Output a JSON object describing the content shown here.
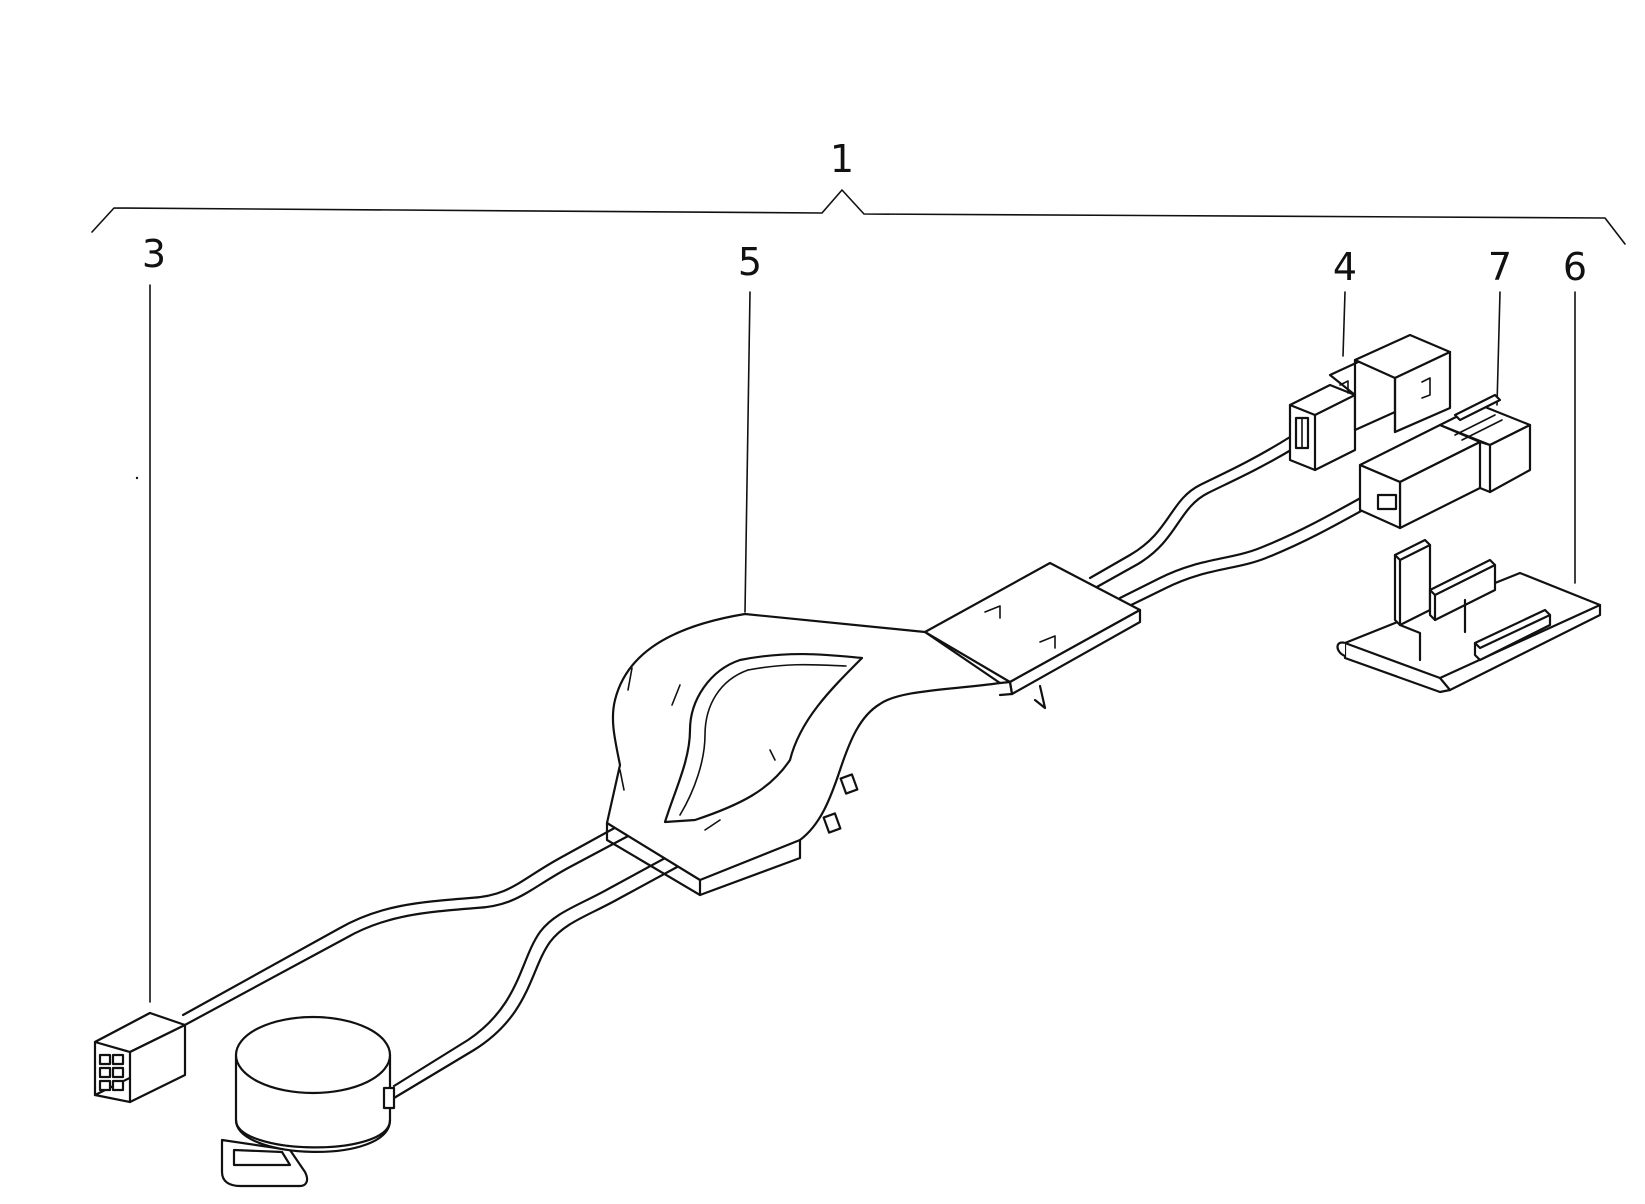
{
  "callouts": {
    "c1": "1",
    "c3": "3",
    "c4": "4",
    "c5": "5",
    "c6": "6",
    "c7": "7"
  },
  "line_color": "#111111",
  "background_color": "#ffffff"
}
